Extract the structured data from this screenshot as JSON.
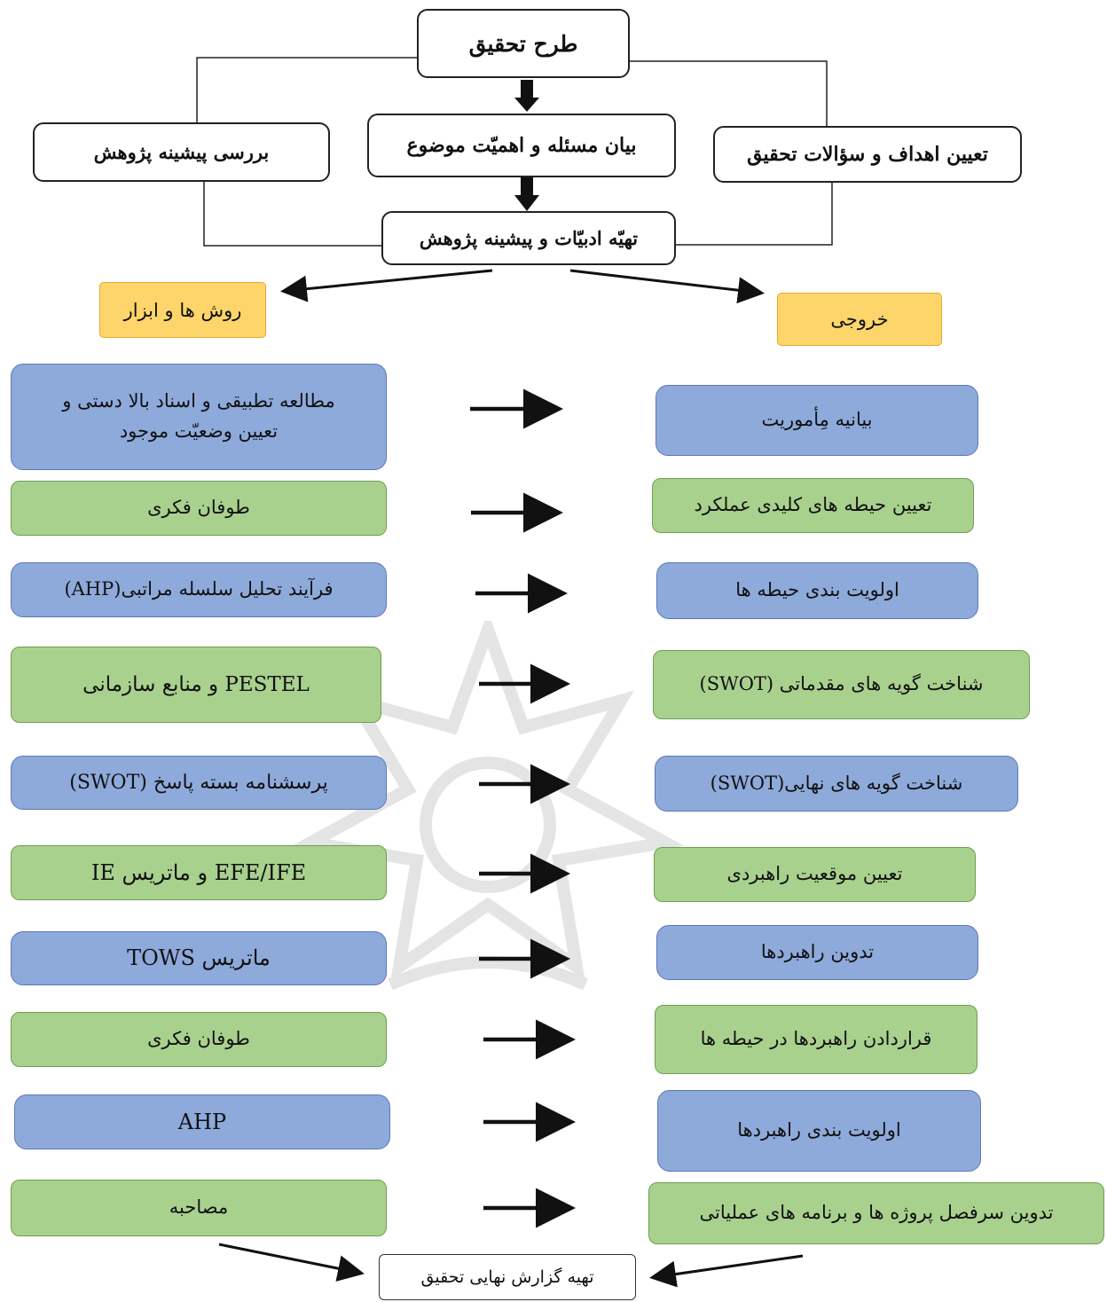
{
  "header": {
    "main": "طرح تحقیق",
    "literature": "بررسی پیشینه پژوهش",
    "problem": "بیان مسئله و اهمیّت موضوع",
    "goals": "تعیین اهداف و سؤالات تحقیق",
    "prep": "تهیّه ادبیّات و پیشینه پژوهش"
  },
  "columns": {
    "methods": "روش ها و ابزار",
    "output": "خروجی"
  },
  "rows": [
    {
      "method": "مطالعه تطبیقی و اسناد بالا دستی و تعیین وضعیّت موجود",
      "output": "بیانیه مِأموریت"
    },
    {
      "method": "طوفان فکری",
      "output": "تعیین حیطه های کلیدی عملکرد"
    },
    {
      "method": "فرآیند تحلیل سلسله مراتبی(AHP)",
      "output": "اولویت بندی حیطه ها"
    },
    {
      "method": "PESTEL و منابع سازمانی",
      "output": "شناخت  گویه های مقدماتی  (SWOT)"
    },
    {
      "method": "پرسشنامه بسته پاسخ (SWOT)",
      "output": "شناخت گویه های  نهایی(SWOT)"
    },
    {
      "method": "EFE/IFE و ماتریس IE",
      "output": "تعیین موقعیت راهبردی"
    },
    {
      "method": "ماتریس TOWS",
      "output": "تدوین راهبردها"
    },
    {
      "method": "طوفان فکری",
      "output": "قراردادن راهبردها در حیطه ها"
    },
    {
      "method": "AHP",
      "output": "اولویت بندی راهبردها"
    },
    {
      "method": "مصاحبه",
      "output": "تدوین سرفصل پروژه ها و  برنامه های عملیاتی"
    }
  ],
  "final": "تهیه گزارش نهایی تحقیق",
  "colors": {
    "blue": "#8eaadb",
    "green": "#a9d18e",
    "orange": "#fdd56a"
  }
}
